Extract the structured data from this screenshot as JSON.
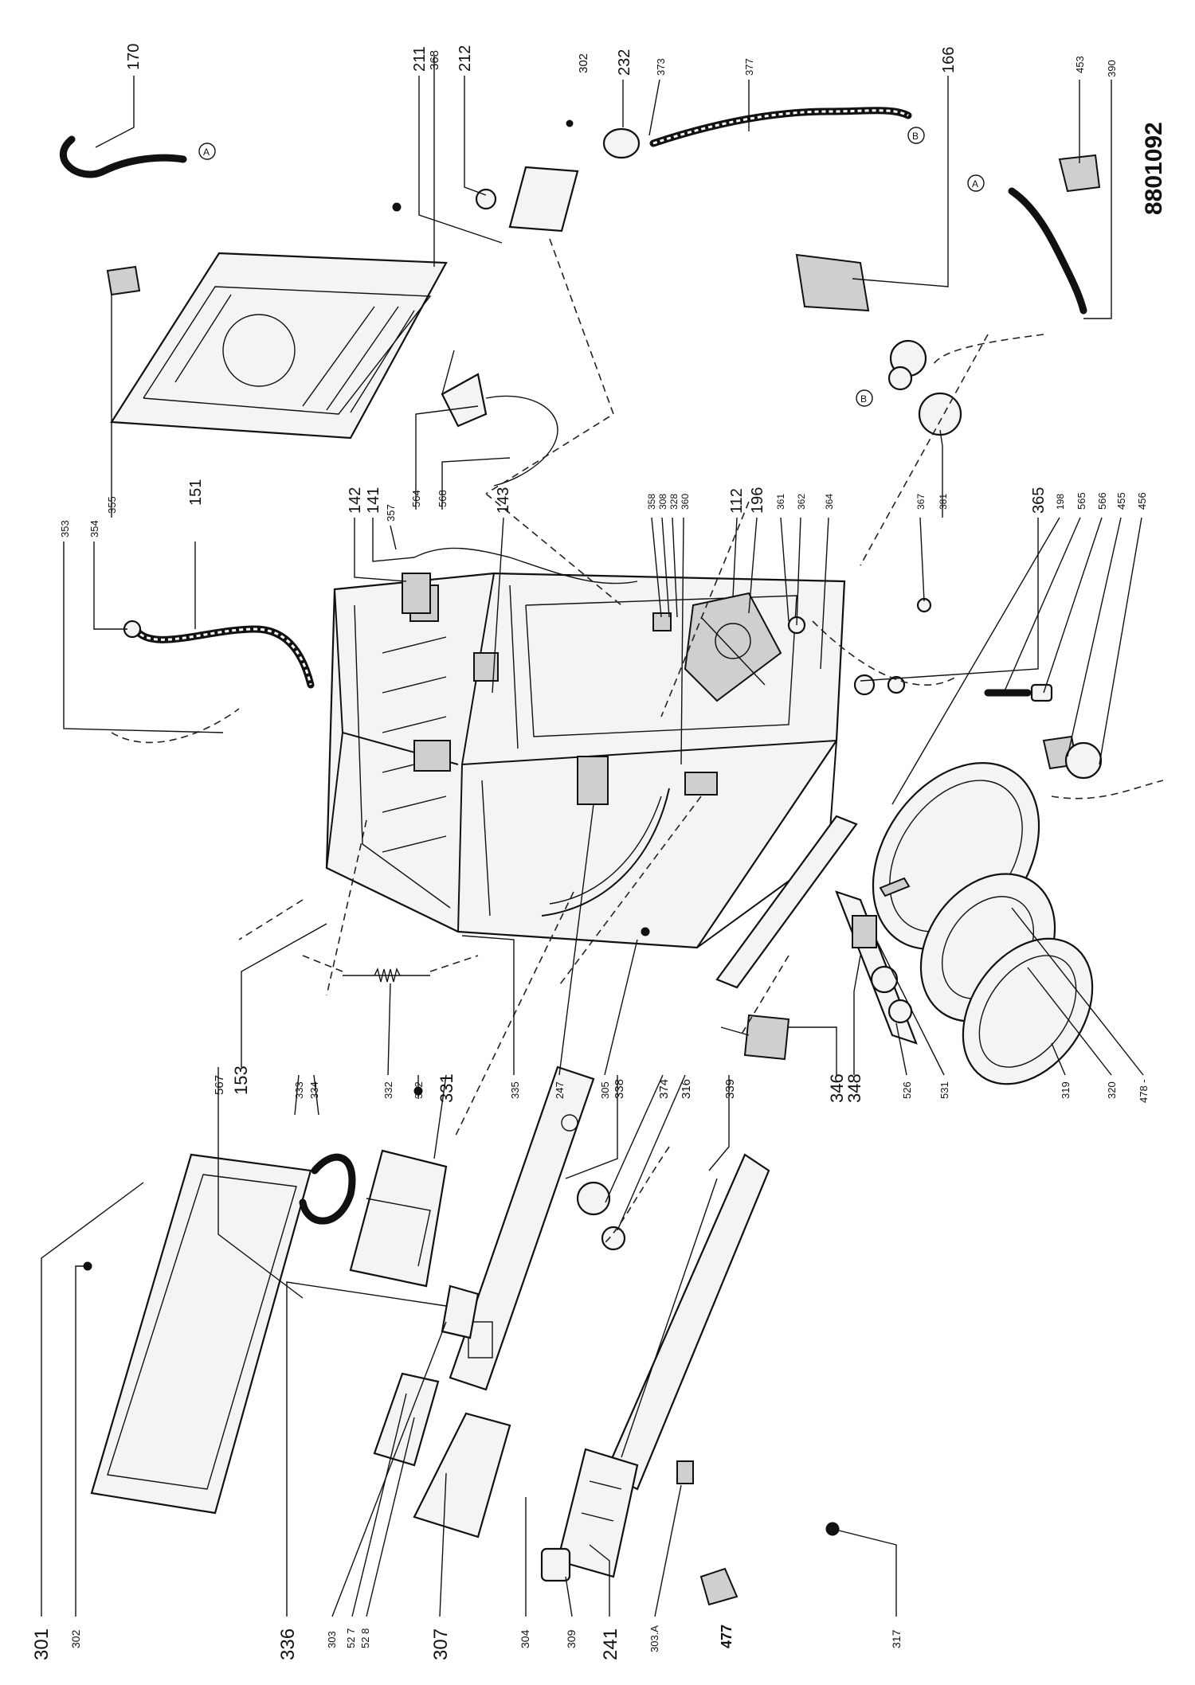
{
  "diagram": {
    "drawing_number": "8801092",
    "callouts": {
      "c170": "170",
      "c368": "368",
      "c211": "211",
      "c212": "212",
      "c302a": "302",
      "c232": "232",
      "c373": "373",
      "c377": "377",
      "c166": "166",
      "c453": "453",
      "c390": "390",
      "c353": "353",
      "c354": "354",
      "c355": "355",
      "c151": "151",
      "c564": "564",
      "c568": "568",
      "c142": "142",
      "c141": "141",
      "c357": "357",
      "c143": "143",
      "c358": "358",
      "c308": "308",
      "c328": "328",
      "c360": "360",
      "c112": "112",
      "c196": "196",
      "c361": "361",
      "c362": "362",
      "c364": "364",
      "c367": "367",
      "c381": "381",
      "c365": "365",
      "c198": "198",
      "c565": "565",
      "c566": "566",
      "c455": "455",
      "c456": "456",
      "c567": "567",
      "c153": "153",
      "c333": "333",
      "c334": "334",
      "c332": "332",
      "c302b": "302",
      "c331": "331",
      "c335": "335",
      "c247": "247",
      "c305": "305",
      "c338": "338",
      "c374": "374",
      "c316": "316",
      "c339": "339",
      "c346": "346",
      "c348": "348",
      "c526": "526",
      "c531": "531",
      "c319": "319",
      "c320": "320",
      "c478": "478 -",
      "c301": "301",
      "c302c": "302",
      "c336": "336",
      "c303": "303",
      "c527": "52 7",
      "c528": "52 8",
      "c307": "307",
      "c304": "304",
      "c309": "309",
      "c241": "241",
      "c303a": "303.A",
      "c477": "477",
      "c317": "317"
    },
    "markers": {
      "a1": "A",
      "a2": "A",
      "b1": "B",
      "b2": "B"
    }
  }
}
